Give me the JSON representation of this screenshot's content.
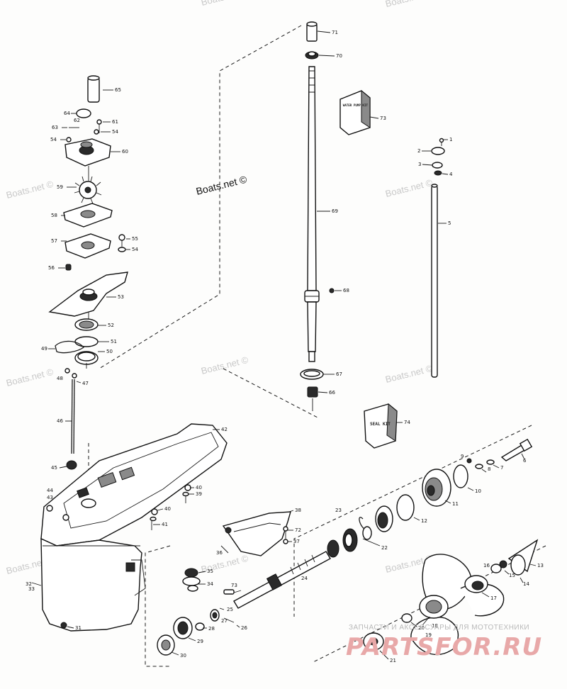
{
  "watermarks": {
    "top_left": "Boats.net ©",
    "top_right": "Boats.net ©",
    "center": "Boats.net ©",
    "left_mid": "Boats.net ©",
    "right_mid": "Boats.net ©",
    "mid_low": "Boats.net ©",
    "right_low": "Boats.net ©",
    "left_low": "Boats.net ©",
    "left_bottom": "Boats.net ©",
    "bottom_left": "Boats.net ©"
  },
  "kits": {
    "water_pump_kit": "WATER PUMP KIT",
    "seal_kit": "SEAL KIT"
  },
  "store_banner": {
    "tagline": "ЗАПЧАСТИ И АКСЕССУАРЫ ДЛЯ МОТОТЕХНИКИ",
    "logo": "PARTSFOR.RU"
  },
  "part_labels": {
    "p1": "1",
    "p2": "2",
    "p3": "3",
    "p4": "4",
    "p5": "5",
    "p6": "6",
    "p7": "7",
    "p8": "8",
    "p9": "9",
    "p10": "10",
    "p11": "11",
    "p12": "12",
    "p13": "13",
    "p14": "14",
    "p15": "15",
    "p16": "16",
    "p17": "17",
    "p18": "18",
    "p19": "19",
    "p20": "20",
    "p21": "21",
    "p22": "22",
    "p23": "23",
    "p24": "24",
    "p25": "25",
    "p26": "26",
    "p27": "27",
    "p28": "28",
    "p29": "29",
    "p30": "30",
    "p31": "31",
    "p32": "32",
    "p33": "33",
    "p34": "34",
    "p35": "35",
    "p36": "36",
    "p37": "37",
    "p38": "38",
    "p39": "39",
    "p40": "40",
    "p41": "41",
    "p42": "42",
    "p43": "43",
    "p44": "44",
    "p45": "45",
    "p46": "46",
    "p47": "47",
    "p48": "48",
    "p49": "49",
    "p50": "50",
    "p51": "51",
    "p52": "52",
    "p53": "53",
    "p54": "54",
    "p55": "55",
    "p56": "56",
    "p57": "57",
    "p58": "58",
    "p59": "59",
    "p60": "60",
    "p61": "61",
    "p62": "62",
    "p63": "63",
    "p64": "64",
    "p65": "65",
    "p66": "66",
    "p67": "67",
    "p68": "68",
    "p69": "69",
    "p70": "70",
    "p71": "71",
    "p72": "72",
    "p73": "73",
    "p74": "74"
  }
}
